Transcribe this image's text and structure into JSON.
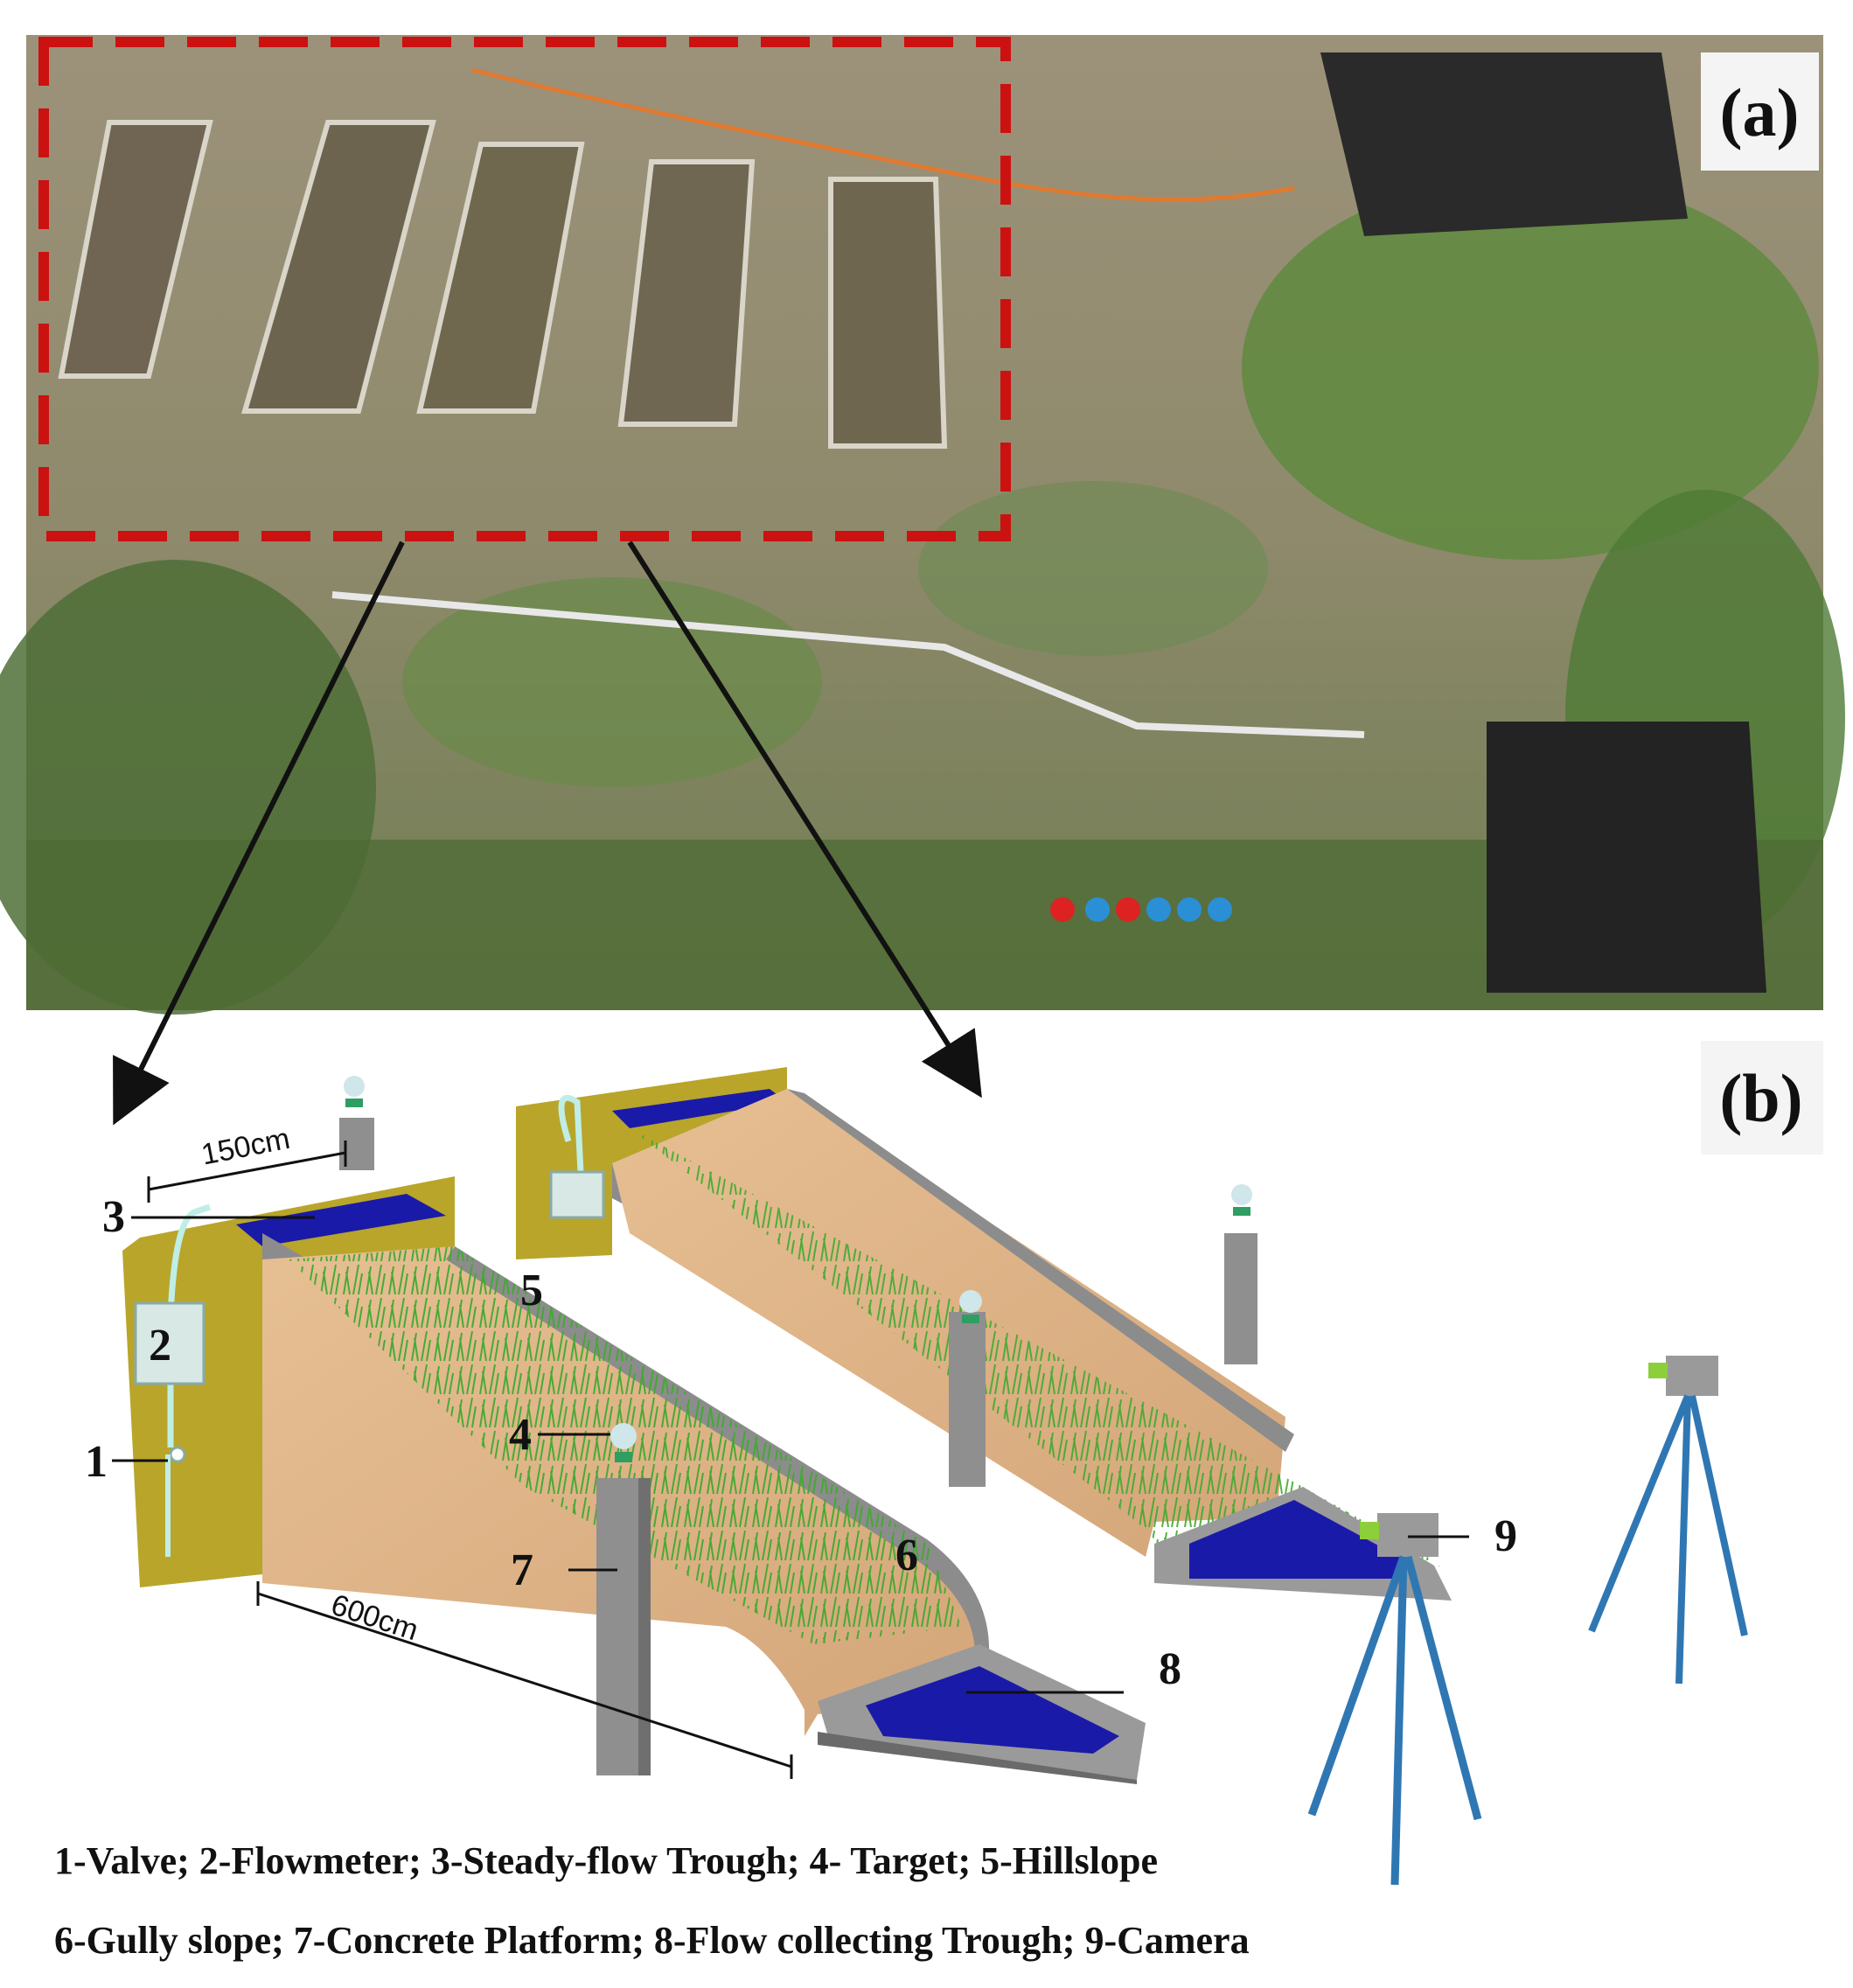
{
  "panel_a": {
    "label": "(a)"
  },
  "panel_b": {
    "label": "(b)",
    "dimensions": {
      "width": "150cm",
      "length": "600cm"
    },
    "callouts": [
      "1",
      "2",
      "3",
      "4",
      "5",
      "6",
      "7",
      "8",
      "9"
    ],
    "legend": {
      "line1": "1-Valve; 2-Flowmeter; 3-Steady-flow Trough; 4- Target; 5-Hillslope",
      "line2": "6-Gully slope; 7-Concrete Platform; 8-Flow collecting Trough; 9-Camera"
    }
  },
  "colors": {
    "selection_box": "#cc1111",
    "soil_face": "#deb387",
    "trough_water": "#1a1aa8",
    "frame_grey": "#8c8c8c",
    "inlet_yellow": "#b8a52a",
    "tripod_blue": "#2f77b3",
    "vegetation": "#3faa2f"
  }
}
